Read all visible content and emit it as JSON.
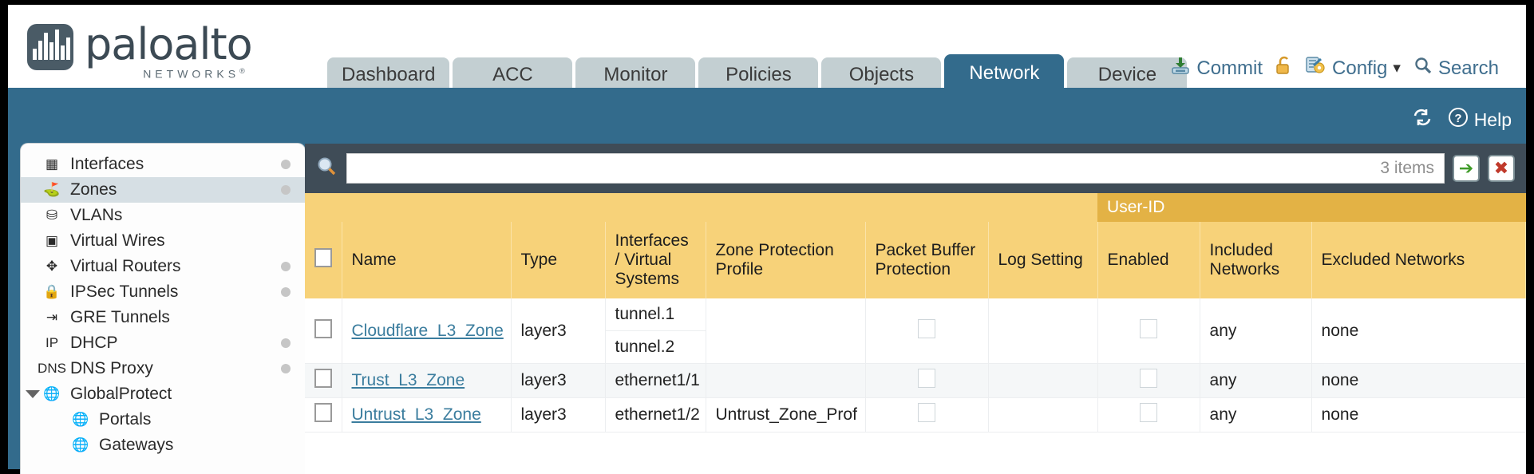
{
  "brand": {
    "name": "paloalto",
    "sub": "NETWORKS",
    "reg": "®"
  },
  "tabs": [
    {
      "label": "Dashboard",
      "active": false
    },
    {
      "label": "ACC",
      "active": false
    },
    {
      "label": "Monitor",
      "active": false
    },
    {
      "label": "Policies",
      "active": false
    },
    {
      "label": "Objects",
      "active": false
    },
    {
      "label": "Network",
      "active": true
    },
    {
      "label": "Device",
      "active": false
    }
  ],
  "header_actions": {
    "commit": "Commit",
    "lock_icon": "unlock-icon",
    "config": "Config",
    "config_caret": "▾",
    "search": "Search",
    "commit_icon": "commit-icon",
    "config_icon": "config-icon",
    "search_icon": "search-icon"
  },
  "toolbar": {
    "refresh_icon": "refresh-icon",
    "help": "Help",
    "help_icon": "help-icon"
  },
  "sidebar": {
    "items": [
      {
        "label": "Interfaces",
        "icon": "interfaces-icon",
        "glyph": "▦",
        "dot": true,
        "selected": false,
        "child": false,
        "twisty": false
      },
      {
        "label": "Zones",
        "icon": "zones-icon",
        "glyph": "⛳",
        "dot": true,
        "selected": true,
        "child": false,
        "twisty": false
      },
      {
        "label": "VLANs",
        "icon": "vlans-icon",
        "glyph": "⛁",
        "dot": false,
        "selected": false,
        "child": false,
        "twisty": false
      },
      {
        "label": "Virtual Wires",
        "icon": "virtual-wires-icon",
        "glyph": "▣",
        "dot": false,
        "selected": false,
        "child": false,
        "twisty": false
      },
      {
        "label": "Virtual Routers",
        "icon": "virtual-routers-icon",
        "glyph": "✥",
        "dot": true,
        "selected": false,
        "child": false,
        "twisty": false
      },
      {
        "label": "IPSec Tunnels",
        "icon": "ipsec-tunnels-icon",
        "glyph": "🔒",
        "dot": true,
        "selected": false,
        "child": false,
        "twisty": false
      },
      {
        "label": "GRE Tunnels",
        "icon": "gre-tunnels-icon",
        "glyph": "⇥",
        "dot": false,
        "selected": false,
        "child": false,
        "twisty": false
      },
      {
        "label": "DHCP",
        "icon": "dhcp-icon",
        "glyph": "IP",
        "dot": true,
        "selected": false,
        "child": false,
        "twisty": false
      },
      {
        "label": "DNS Proxy",
        "icon": "dns-proxy-icon",
        "glyph": "DNS",
        "dot": true,
        "selected": false,
        "child": false,
        "twisty": false
      },
      {
        "label": "GlobalProtect",
        "icon": "globalprotect-icon",
        "glyph": "🌐",
        "dot": false,
        "selected": false,
        "child": false,
        "twisty": true
      },
      {
        "label": "Portals",
        "icon": "portals-icon",
        "glyph": "🌐",
        "dot": false,
        "selected": false,
        "child": true,
        "twisty": false
      },
      {
        "label": "Gateways",
        "icon": "gateways-icon",
        "glyph": "🌐",
        "dot": false,
        "selected": false,
        "child": true,
        "twisty": false
      }
    ]
  },
  "search": {
    "value": "",
    "placeholder": "",
    "items_count": "3 items",
    "go_label": "➔",
    "clear_label": "✖",
    "magnifier_icon": "magnifier-icon"
  },
  "table": {
    "group_header": "User-ID",
    "columns": [
      "Name",
      "Type",
      "Interfaces / Virtual Systems",
      "Zone Protection Profile",
      "Packet Buffer Protection",
      "Log Setting",
      "Enabled",
      "Included Networks",
      "Excluded Networks"
    ],
    "col_name": "Name",
    "col_type": "Type",
    "col_interfaces": "Interfaces / Virtual Systems",
    "col_zpp": "Zone Protection Profile",
    "col_pbp": "Packet Buffer Protection",
    "col_log": "Log Setting",
    "col_enabled": "Enabled",
    "col_included": "Included Networks",
    "col_excluded": "Excluded Networks",
    "rows": [
      {
        "name": "Cloudflare_L3_Zone",
        "type": "layer3",
        "interfaces": [
          "tunnel.1",
          "tunnel.2"
        ],
        "zone_protection_profile": "",
        "packet_buffer_protection": false,
        "log_setting": "",
        "userid_enabled": false,
        "included_networks": "any",
        "excluded_networks": "none"
      },
      {
        "name": "Trust_L3_Zone",
        "type": "layer3",
        "interfaces": [
          "ethernet1/1"
        ],
        "zone_protection_profile": "",
        "packet_buffer_protection": false,
        "log_setting": "",
        "userid_enabled": false,
        "included_networks": "any",
        "excluded_networks": "none"
      },
      {
        "name": "Untrust_L3_Zone",
        "type": "layer3",
        "interfaces": [
          "ethernet1/2"
        ],
        "zone_protection_profile": "Untrust_Zone_Prof",
        "packet_buffer_protection": false,
        "log_setting": "",
        "userid_enabled": false,
        "included_networks": "any",
        "excluded_networks": "none"
      }
    ]
  },
  "colors": {
    "brand_blue": "#336b8c",
    "table_header": "#f7d279",
    "group_header": "#e3b245",
    "searchbar": "#3f4c57",
    "link": "#3b7d9e"
  }
}
